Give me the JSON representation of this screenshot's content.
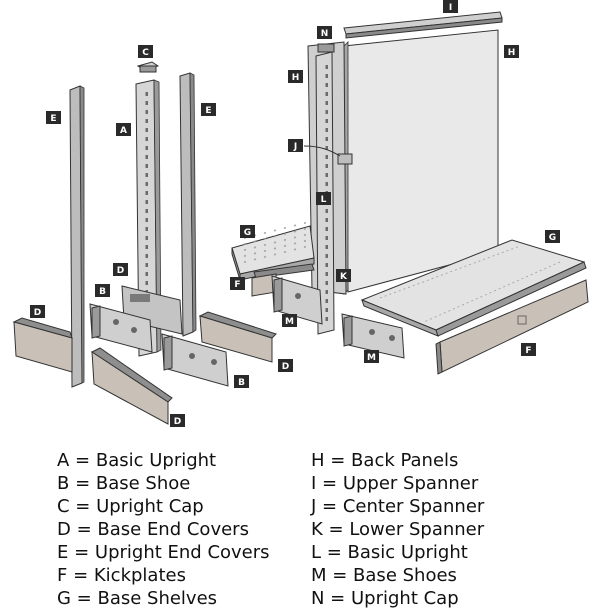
{
  "tags": {
    "a": "A",
    "b1": "B",
    "b2": "B",
    "c": "C",
    "d1": "D",
    "d2": "D",
    "d3": "D",
    "d4": "D",
    "e1": "E",
    "e2": "E",
    "f1": "F",
    "f2": "F",
    "g1": "G",
    "g2": "G",
    "h1": "H",
    "h2": "H",
    "i": "I",
    "j": "J",
    "k": "K",
    "l": "L",
    "m1": "M",
    "m2": "M",
    "n": "N"
  },
  "legend": {
    "left": [
      "A = Basic Upright",
      "B = Base Shoe",
      "C = Upright Cap",
      "D = Base End Covers",
      "E = Upright End Covers",
      "F = Kickplates",
      "G = Base Shelves"
    ],
    "right": [
      "H = Back Panels",
      "I = Upper Spanner",
      "J = Center Spanner",
      "K = Lower Spanner",
      "L = Basic Upright",
      "M = Base Shoes",
      "N = Upright Cap"
    ]
  }
}
